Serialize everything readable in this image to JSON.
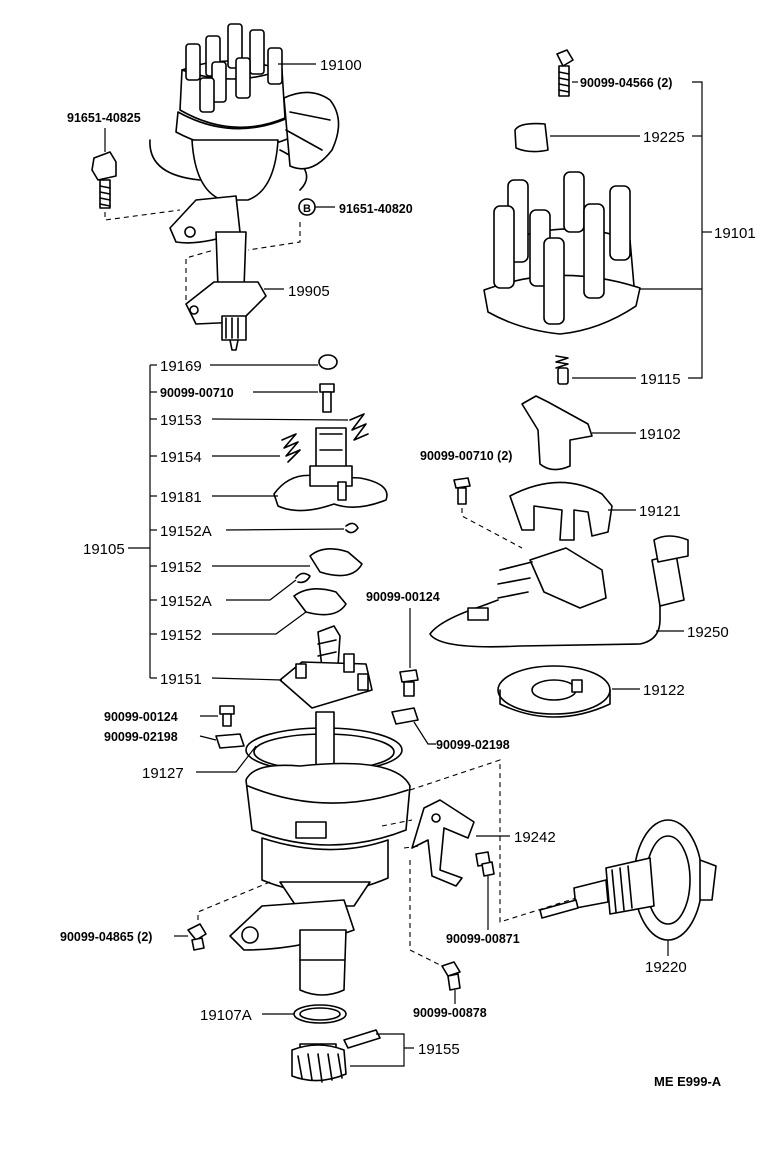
{
  "labels": {
    "p19100": "19100",
    "p91651_40825": "91651-40825",
    "p91651_40820": "91651-40820",
    "p19905": "19905",
    "p90099_04566": "90099-04566 (2)",
    "p19225": "19225",
    "p19101": "19101",
    "p19115": "19115",
    "p19169": "19169",
    "p90099_00710_a": "90099-00710",
    "p19153": "19153",
    "p19154": "19154",
    "p19181": "19181",
    "p19152A_a": "19152A",
    "p19105": "19105",
    "p19152_a": "19152",
    "p19152A_b": "19152A",
    "p19152_b": "19152",
    "p19151": "19151",
    "p19102": "19102",
    "p90099_00710_b": "90099-00710 (2)",
    "p19121": "19121",
    "p19250": "19250",
    "p90099_00124_a": "90099-00124",
    "p19122": "19122",
    "p90099_00124_b": "90099-00124",
    "p90099_02198_a": "90099-02198",
    "p90099_02198_b": "90099-02198",
    "p19127": "19127",
    "p19242": "19242",
    "p90099_00871": "90099-00871",
    "p90099_04865": "90099-04865 (2)",
    "p19220": "19220",
    "p90099_00878": "90099-00878",
    "p19107A": "19107A",
    "p19155": "19155",
    "ref_code": "ME  E999-A"
  },
  "marker_letter": "B"
}
